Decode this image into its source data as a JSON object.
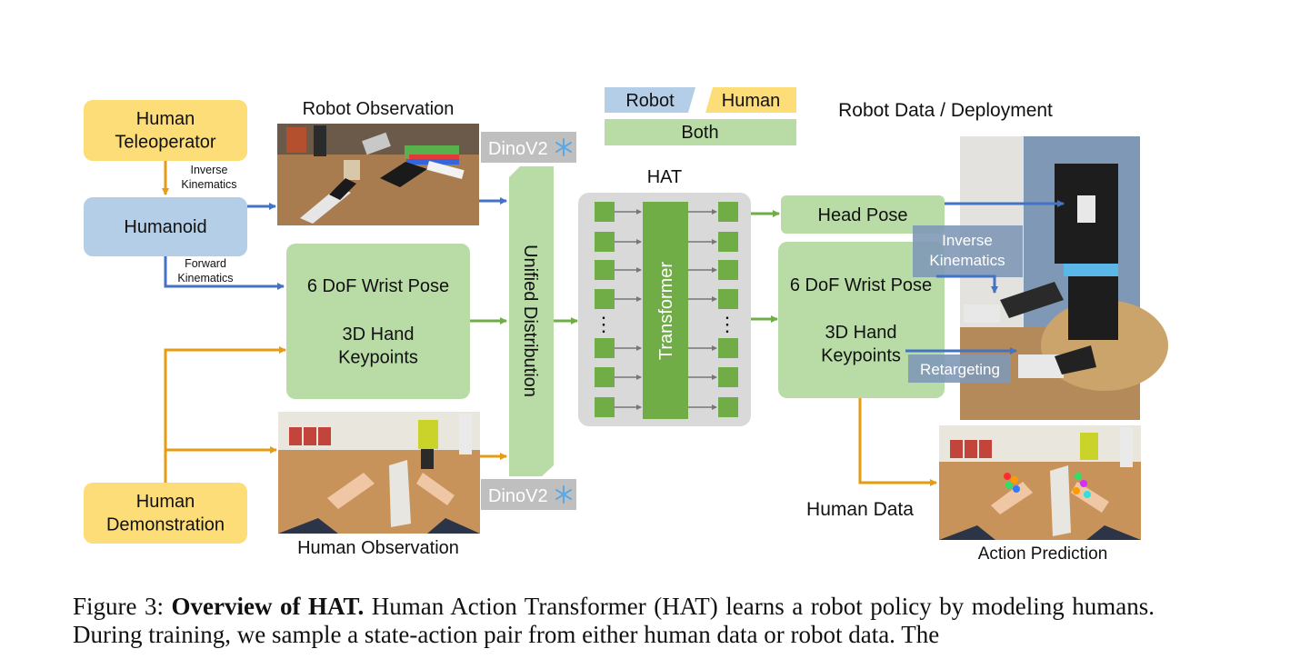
{
  "figure": {
    "legend": {
      "robot": "Robot",
      "human": "Human",
      "both": "Both"
    },
    "colors": {
      "robot": "#b4cee7",
      "human": "#fddd78",
      "both": "#b9dca7",
      "model_green": "#70ad47",
      "arrow_blue": "#4472c4",
      "arrow_orange": "#e59b12",
      "hat_gray": "#d9d9d9",
      "dino_gray": "#bfbfbf"
    },
    "nodes": {
      "teleoperator": "Human\nTeleoperator",
      "humanoid": "Humanoid",
      "demonstration": "Human\nDemonstration",
      "inverse_kinematics_small": "Inverse\nKinematics",
      "forward_kinematics_small": "Forward\nKinematics",
      "wrist_pose_left": "6 DoF Wrist Pose",
      "hand_keypoints_left": "3D Hand\nKeypoints",
      "robot_observation": "Robot Observation",
      "human_observation": "Human Observation",
      "dino_top": "DinoV2",
      "dino_bottom": "DinoV2",
      "unified_distribution": "Unified Distribution",
      "hat_title": "HAT",
      "transformer": "Transformer",
      "ellipsis": "⋮",
      "head_pose": "Head Pose",
      "wrist_pose_right": "6 DoF Wrist Pose",
      "hand_keypoints_right": "3D Hand\nKeypoints",
      "robot_deployment": "Robot Data / Deployment",
      "inverse_kinematics_overlay": "Inverse\nKinematics",
      "retargeting": "Retargeting",
      "human_data": "Human Data",
      "action_prediction": "Action Prediction"
    },
    "icons": {
      "frozen": "snowflake-icon"
    }
  },
  "caption": {
    "prefix": "Figure 3: ",
    "bold": "Overview of HAT.",
    "text": " Human Action Transformer (HAT) learns a robot policy by modeling humans. During training, we sample a state-action pair from either human data or robot data. The"
  }
}
